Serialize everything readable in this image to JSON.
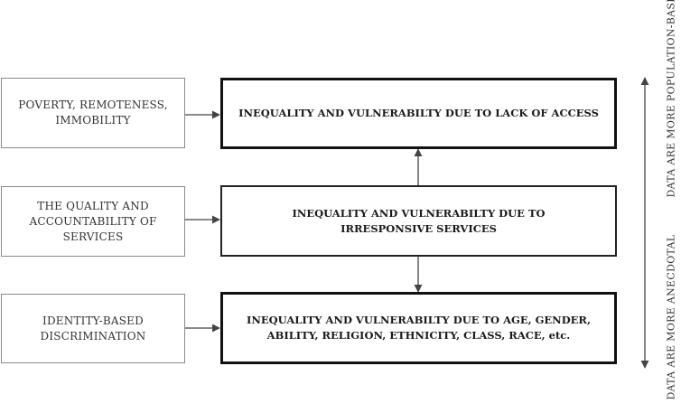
{
  "cause_boxes": [
    {
      "label": "POVERTY, REMOTENESS, IMMOBILITY"
    },
    {
      "label": "THE QUALITY AND ACCOUNTABILITY OF SERVICES"
    },
    {
      "label": "IDENTITY-BASED DISCRIMINATION"
    }
  ],
  "outcome_boxes": [
    {
      "label": "INEQUALITY AND VULNERABILTY DUE TO LACK OF ACCESS"
    },
    {
      "label": "INEQUALITY AND VULNERABILTY DUE TO IRRESPONSIVE SERVICES"
    },
    {
      "label": "INEQUALITY AND VULNERABILTY DUE TO AGE, GENDER, ABILITY, RELIGION, ETHNICITY, CLASS, RACE, etc."
    }
  ],
  "axis": {
    "top_label": "DATA ARE MORE POPULATION-BASED",
    "bottom_label": "DATA ARE MORE ANECDOTAL"
  }
}
